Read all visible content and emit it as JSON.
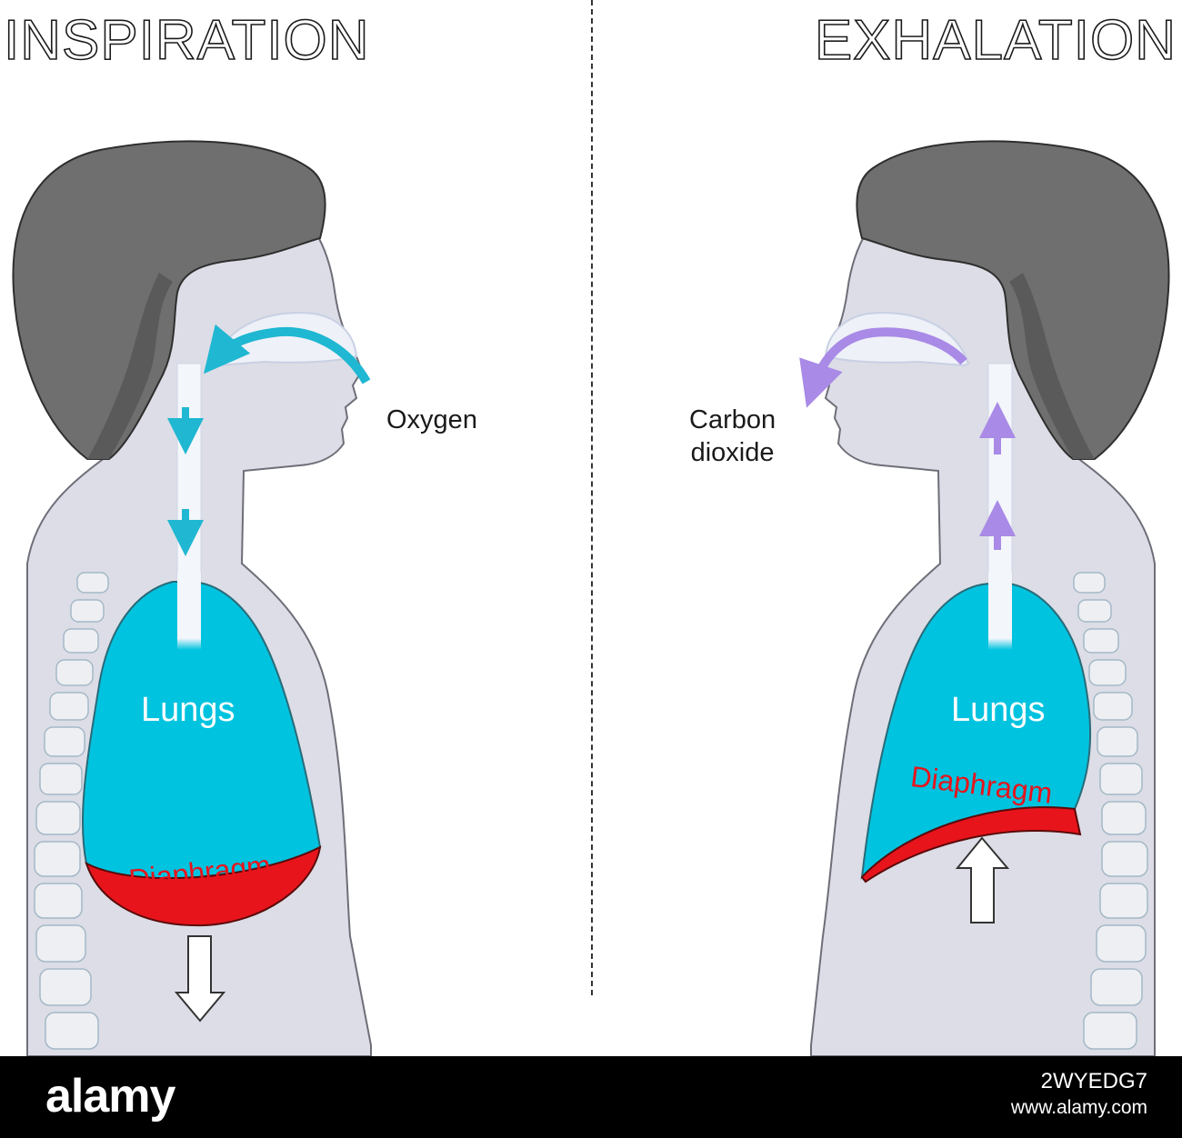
{
  "titles": {
    "left": "INSPIRATION",
    "right": "EXHALATION"
  },
  "left_panel": {
    "gas_label": "Oxygen",
    "lungs_label": "Lungs",
    "diaphragm_label": "Diaphragm"
  },
  "right_panel": {
    "gas_label_line1": "Carbon",
    "gas_label_line2": "dioxide",
    "lungs_label": "Lungs",
    "diaphragm_label": "Diaphragm"
  },
  "footer": {
    "logo": "alamy",
    "image_id": "2WYEDG7",
    "url": "www.alamy.com"
  },
  "colors": {
    "body": "#dcdde6",
    "hair": "#6f6f6f",
    "lungs": "#00c3df",
    "diaphragm": "#e8141c",
    "inhale_arrow": "#1fb7d2",
    "exhale_arrow": "#a98ae6"
  }
}
